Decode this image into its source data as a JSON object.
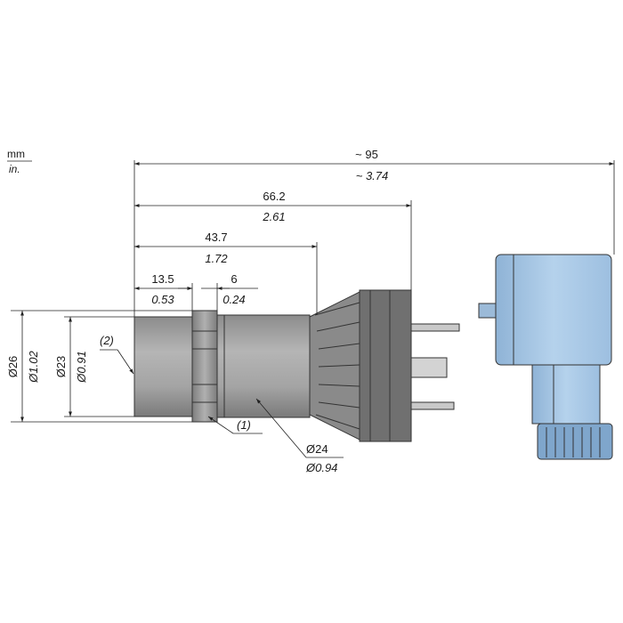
{
  "units": {
    "primary": "mm",
    "secondary": "in."
  },
  "dimensions": {
    "overall_length": {
      "mm": "~ 95",
      "in": "~ 3.74"
    },
    "length_to_connector": {
      "mm": "66.2",
      "in": "2.61"
    },
    "body_length": {
      "mm": "43.7",
      "in": "1.72"
    },
    "thread_length": {
      "mm": "13.5",
      "in": "0.53"
    },
    "hex_width": {
      "mm": "6",
      "in": "0.24"
    },
    "hex_diameter": {
      "mm": "Ø26",
      "in": "Ø1.02"
    },
    "thread_diameter": {
      "mm": "Ø23",
      "in": "Ø0.91"
    },
    "body_diameter": {
      "mm": "Ø24",
      "in": "Ø0.94"
    }
  },
  "callouts": {
    "item1": "(1)",
    "item2": "(2)"
  },
  "colors": {
    "body_gray": "#a9a9a9",
    "hex_gray": "#9e9e9e",
    "connector_dark": "#6e6e6e",
    "plug_blue": "#a9c8e4",
    "plug_blue_dark": "#8fb3d6"
  }
}
